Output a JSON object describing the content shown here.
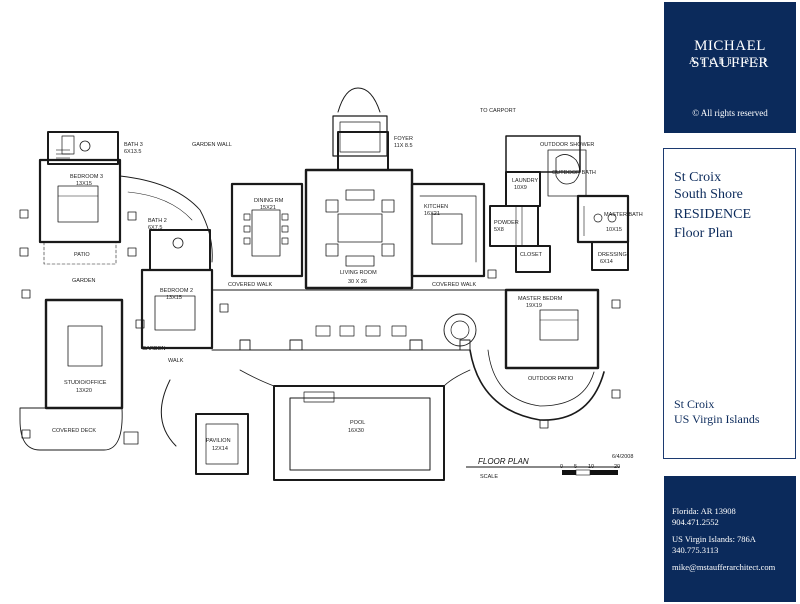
{
  "brand": {
    "name": "MICHAEL STAUFFER",
    "subtitle": "Architect",
    "rights": "© All rights reserved"
  },
  "title": {
    "line1": "St Croix",
    "line2": "South Shore",
    "line3": "RESIDENCE",
    "line4": "Floor Plan"
  },
  "location": {
    "line1": "St Croix",
    "line2": "US Virgin Islands"
  },
  "contact": {
    "florida": "Florida: AR 13908",
    "florida_phone": "904.471.2552",
    "usvi": "US Virgin Islands: 786A",
    "usvi_phone": "340.775.3113",
    "email": "mike@mstaufferarchitect.com"
  },
  "plan": {
    "rooms": [
      {
        "name": "BATH 3",
        "dims": "6X13.5"
      },
      {
        "name": "BEDROOM 3",
        "dims": "13X15"
      },
      {
        "name": "BATH 2",
        "dims": "6X7.5"
      },
      {
        "name": "BEDROOM 2",
        "dims": "13X15"
      },
      {
        "name": "DINING RM",
        "dims": "15X21"
      },
      {
        "name": "FOYER",
        "dims": "11X 8.5"
      },
      {
        "name": "LIVING ROOM",
        "dims": "30 X 26"
      },
      {
        "name": "KITCHEN",
        "dims": "16X21"
      },
      {
        "name": "LAUNDRY",
        "dims": "10X9"
      },
      {
        "name": "POWDER",
        "dims": "5X8"
      },
      {
        "name": "CLOSET",
        "dims": ""
      },
      {
        "name": "MASTER BATH",
        "dims": "10X15"
      },
      {
        "name": "DRESSING",
        "dims": "6X14"
      },
      {
        "name": "MASTER BEDRM",
        "dims": "19X19"
      },
      {
        "name": "STUDIO/OFFICE",
        "dims": "13X20"
      },
      {
        "name": "PAVILION",
        "dims": "12X14"
      },
      {
        "name": "POOL",
        "dims": "16X30"
      }
    ],
    "notes": {
      "garden_wall": "GARDEN WALL",
      "covered_walk_left": "COVERED WALK",
      "covered_walk_right": "COVERED WALK",
      "to_carport": "TO CARPORT",
      "outdoor_shower": "OUTDOOR SHOWER",
      "garden": "GARDEN",
      "patio_left": "PATIO",
      "outdoor_patio": "OUTDOOR PATIO",
      "outdoor_bath": "OUTDOOR BATH",
      "garden_2": "GARDEN",
      "covered_deck": "COVERED DECK",
      "walk": "WALK"
    },
    "drawing_title": "FLOOR PLAN",
    "scale_label": "SCALE",
    "scale_marks": [
      "0",
      "5",
      "10",
      "20"
    ],
    "date": "6/4/2008"
  }
}
